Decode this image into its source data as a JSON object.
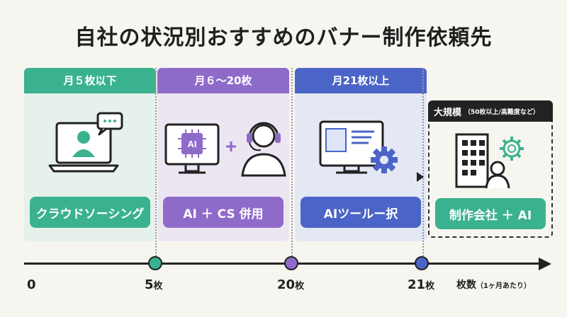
{
  "title": "自社の状況別おすすめのバナー制作依頼先",
  "tiers": [
    {
      "header": "月５枚以下",
      "label": "クラウドソーシング"
    },
    {
      "header": "月６〜20枚",
      "label": "AI ＋ CS 併用"
    },
    {
      "header": "月21枚以上",
      "label": "AIツールー択"
    }
  ],
  "large": {
    "header": "大規模",
    "header_note": "（50枚以上/高難度など）",
    "label": "制作会社 ＋ AI"
  },
  "illustration": {
    "ai_chip_text": "AI",
    "plus": "+"
  },
  "axis": {
    "ticks": [
      {
        "value": "0",
        "unit": ""
      },
      {
        "value": "5",
        "unit": "枚"
      },
      {
        "value": "20",
        "unit": "枚"
      },
      {
        "value": "21",
        "unit": "枚"
      }
    ],
    "title": "枚数",
    "title_note": "（1ヶ月あたり）"
  },
  "colors": {
    "green": "#3bb28f",
    "purple": "#8f6bc9",
    "blue": "#4b64c7",
    "dark": "#222222"
  },
  "icons": [
    "laptop-chat-icon",
    "monitor-ai-chip-icon",
    "headset-operator-icon",
    "monitor-gear-icon",
    "building-person-gear-icon"
  ]
}
